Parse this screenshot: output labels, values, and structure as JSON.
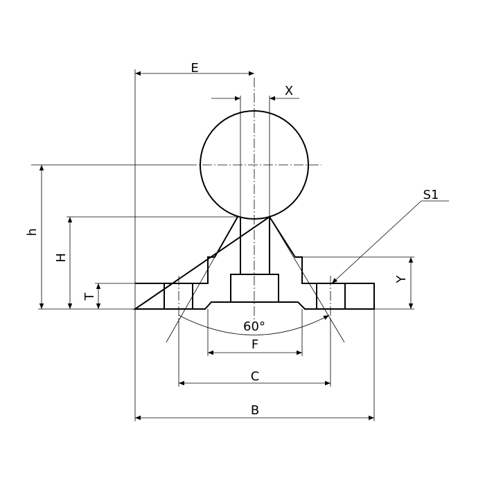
{
  "drawing": {
    "labels": {
      "E": "E",
      "X": "X",
      "S1": "S1",
      "h": "h",
      "H": "H",
      "T": "T",
      "Y": "Y",
      "angle": "60°",
      "F": "F",
      "C": "C",
      "B": "B"
    }
  }
}
